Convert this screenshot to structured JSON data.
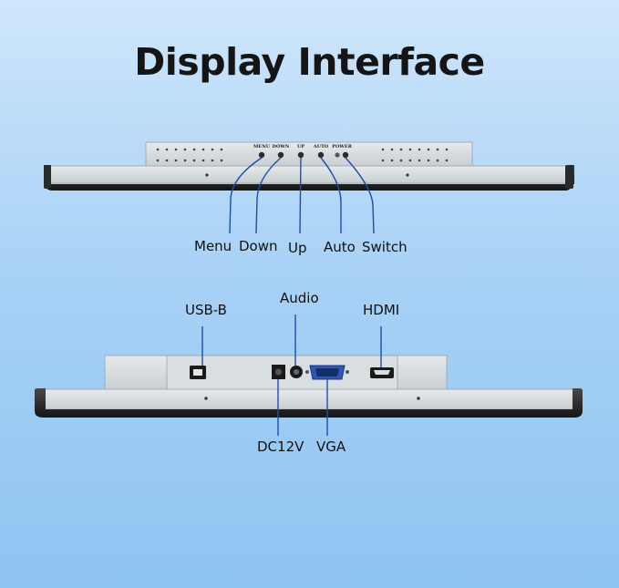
{
  "title": "Display Interface",
  "top_panel": {
    "button_silkscreen": [
      "MENU",
      "DOWN",
      "UP",
      "AUTO",
      "POWER"
    ],
    "callouts": [
      "Menu",
      "Down",
      "Up",
      "Auto",
      "Switch"
    ]
  },
  "bottom_panel": {
    "callouts_top": [
      "USB-B",
      "Audio",
      "HDMI"
    ],
    "callouts_bottom": [
      "DC12V",
      "VGA"
    ]
  },
  "colors": {
    "accent_lines": "#1e4ea8",
    "bezel": "#2a2a2a",
    "panel": "#d7dcdf"
  }
}
